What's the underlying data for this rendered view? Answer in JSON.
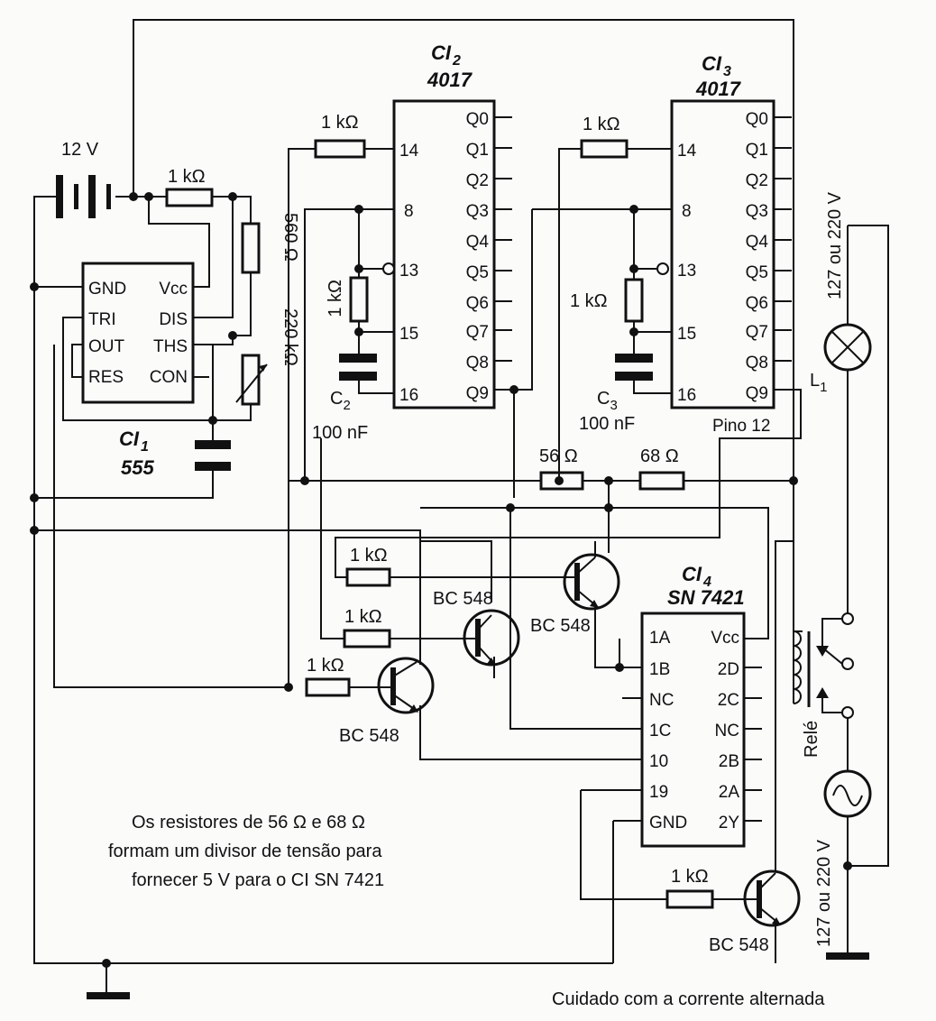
{
  "battery": {
    "voltage": "12 V"
  },
  "ci1": {
    "name": "CI",
    "sub": "1",
    "part": "555",
    "pins_left": [
      "GND",
      "TRI",
      "OUT",
      "RES"
    ],
    "pins_right": [
      "Vcc",
      "DIS",
      "THS",
      "CON"
    ]
  },
  "ci2": {
    "name": "CI",
    "sub": "2",
    "part": "4017",
    "pins_left": [
      "14",
      "8",
      "13",
      "15",
      "16"
    ],
    "pins_right": [
      "Q0",
      "Q1",
      "Q2",
      "Q3",
      "Q4",
      "Q5",
      "Q6",
      "Q7",
      "Q8",
      "Q9"
    ]
  },
  "ci3": {
    "name": "CI",
    "sub": "3",
    "part": "4017",
    "pins_left": [
      "14",
      "8",
      "13",
      "15",
      "16"
    ],
    "pins_right": [
      "Q0",
      "Q1",
      "Q2",
      "Q3",
      "Q4",
      "Q5",
      "Q6",
      "Q7",
      "Q8",
      "Q9"
    ],
    "pin12_label": "Pino 12"
  },
  "ci4": {
    "name": "CI",
    "sub": "4",
    "part": "SN 7421",
    "pins_left": [
      "1A",
      "1B",
      "NC",
      "1C",
      "10",
      "19",
      "GND"
    ],
    "pins_right": [
      "Vcc",
      "2D",
      "2C",
      "NC",
      "2B",
      "2A",
      "2Y"
    ]
  },
  "components": {
    "r_1k": "1 kΩ",
    "r_560": "560 Ω",
    "r_220k": "220 kΩ",
    "r_56": "56 Ω",
    "r_68": "68 Ω",
    "c2_name": "C",
    "c2_sub": "2",
    "c3_name": "C",
    "c3_sub": "3",
    "cap_value": "100 nF",
    "transistor": "BC 548",
    "relay": "Relé",
    "lamp_name": "L",
    "lamp_sub": "1",
    "mains": "127 ou 220 V"
  },
  "notes": {
    "line1": "Os resistores de 56 Ω e 68 Ω",
    "line2": "formam um divisor de tensão para",
    "line3": "fornecer 5 V para o CI SN 7421",
    "warning": "Cuidado com a corrente alternada"
  }
}
